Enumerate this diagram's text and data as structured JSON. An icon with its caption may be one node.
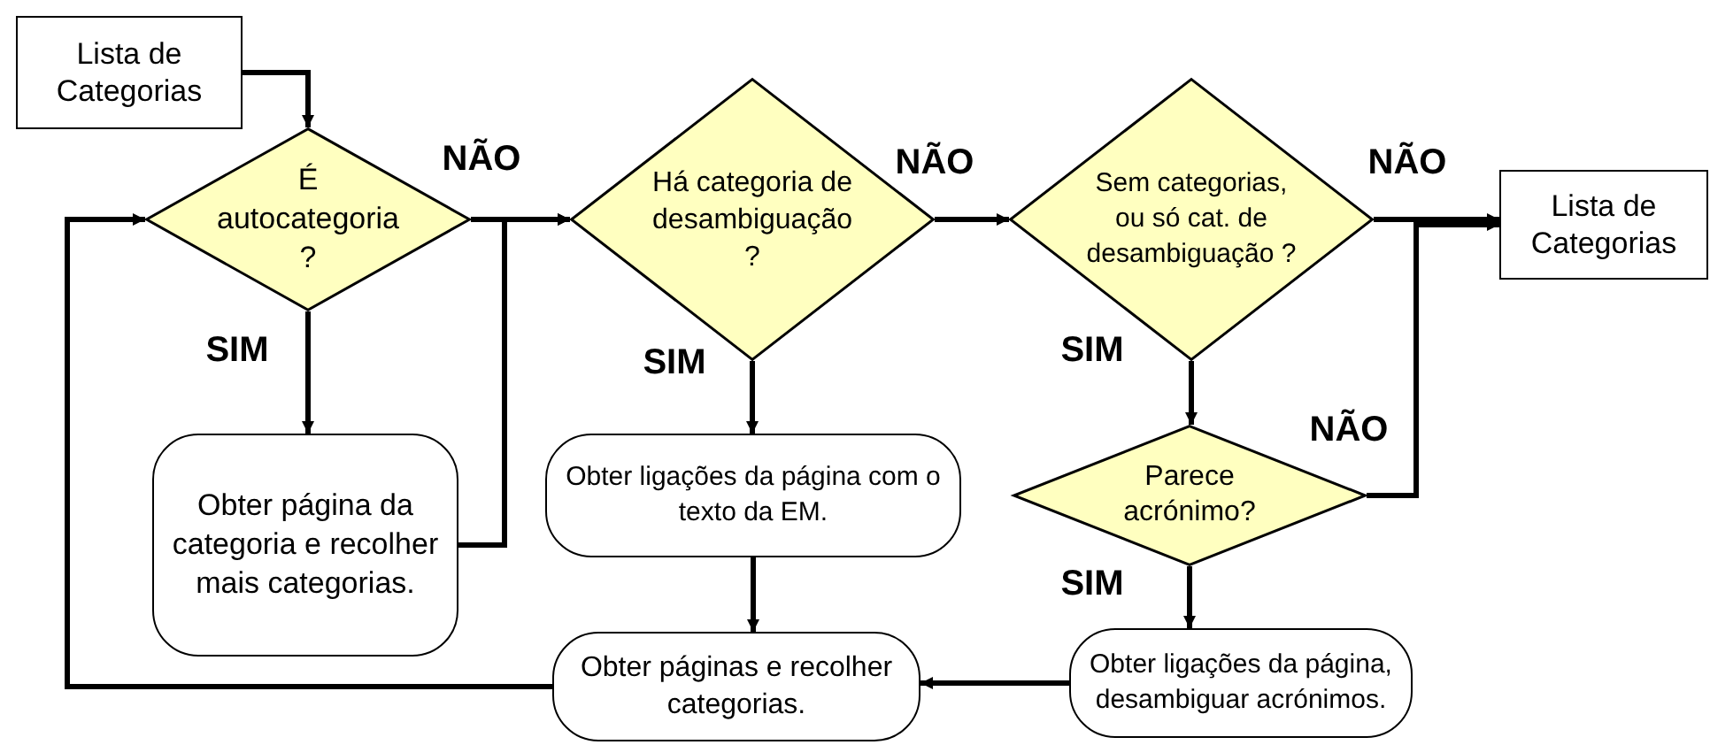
{
  "diagram": {
    "nodes": [
      {
        "text": [
          "Lista de Categorias"
        ]
      },
      {
        "text": [
          "É autocategoria ?"
        ]
      },
      {
        "text": [
          "Obter página da categoria e recolher mais categorias."
        ]
      },
      {
        "text": [
          "Há categoria de desambiguação ?"
        ]
      },
      {
        "text": [
          "Obter ligações da página com o texto da EM."
        ]
      },
      {
        "text": [
          "Obter páginas e recolher categorias."
        ]
      },
      {
        "text": [
          "Sem categorias, ou só cat. de desambiguação ?"
        ]
      },
      {
        "text": [
          "Parece acrónimo?"
        ]
      },
      {
        "text": [
          "Obter ligações da página, desambiguar acrónimos."
        ]
      },
      {
        "text": [
          "Lista de Categorias"
        ]
      }
    ],
    "edges": [
      {
        "from": 0,
        "to": 1,
        "arrow": "to"
      },
      {
        "from": 1,
        "to": 3,
        "arrow": "to",
        "label": "NÃO"
      },
      {
        "from": 1,
        "to": 2,
        "arrow": "to",
        "label": "SIM"
      },
      {
        "from": 2,
        "to": 3,
        "arrow": "to"
      },
      {
        "from": 3,
        "to": 6,
        "arrow": "to",
        "label": "NÃO"
      },
      {
        "from": 3,
        "to": 4,
        "arrow": "to",
        "label": "SIM"
      },
      {
        "from": 4,
        "to": 5,
        "arrow": "to"
      },
      {
        "from": 6,
        "to": 9,
        "arrow": "to",
        "label": "NÃO"
      },
      {
        "from": 6,
        "to": 7,
        "arrow": "to",
        "label": "SIM"
      },
      {
        "from": 7,
        "to": 9,
        "arrow": "to",
        "label": "NÃO"
      },
      {
        "from": 7,
        "to": 8,
        "arrow": "to",
        "label": "SIM"
      },
      {
        "from": 8,
        "to": 5,
        "arrow": "to"
      },
      {
        "from": 5,
        "to": 1,
        "arrow": "to"
      }
    ]
  }
}
